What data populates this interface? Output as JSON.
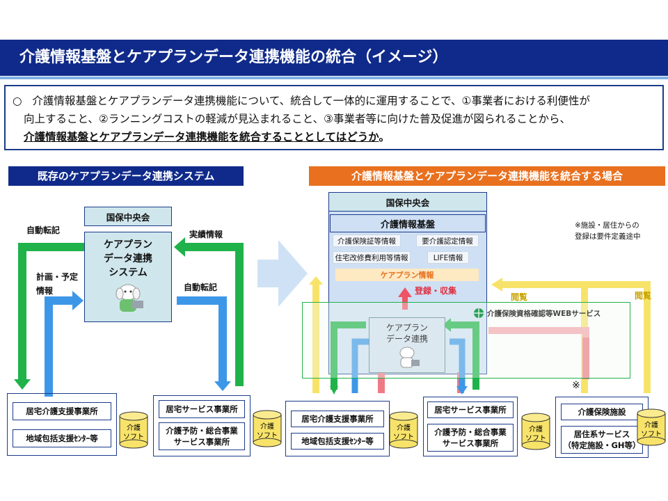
{
  "title": "介護情報基盤とケアプランデータ連携機能の統合（イメージ）",
  "intro": {
    "bullet": "○",
    "line1": "介護情報基盤とケアプランデータ連携機能について、統合して一体的に運用することで、①事業者における利便性が",
    "line2": "向上すること、②ランニングコストの軽減が見込まれること、③事業者等に向けた普及促進が図られることから、",
    "line3": "介護情報基盤とケアプランデータ連携機能を統合することとしてはどうか",
    "line3_end": "。"
  },
  "left": {
    "heading": "既存のケアプランデータ連携システム",
    "kokuho": "国保中央会",
    "system_lines": [
      "ケアプラン",
      "データ連携",
      "システム"
    ],
    "label_auto1": "自動転記",
    "label_plan": [
      "計画・予定",
      "情報"
    ],
    "label_result": "実績情報",
    "label_auto2": "自動転記",
    "box_kyotaku": "居宅介護支援事業所",
    "box_houkatsu": "地域包括支援ｾﾝﾀｰ等",
    "box_service": "居宅サービス事業所",
    "box_yobo": [
      "介護予防・総合事業",
      "サービス事業所"
    ],
    "soft": [
      "介護",
      "ソフト"
    ]
  },
  "right": {
    "heading": "介護情報基盤とケアプランデータ連携機能を統合する場合",
    "kokuho": "国保中央会",
    "kiban": "介護情報基盤",
    "items": [
      "介護保険証等情報",
      "要介護認定情報",
      "住宅改修費利用等情報",
      "LIFE情報",
      "ケアプラン情報"
    ],
    "register": "登録・収集",
    "web_service": "介護保険資格確認等WEBサービス",
    "careplan_lines": [
      "ケアプラン",
      "データ連携"
    ],
    "note": [
      "※施設・居住からの",
      "登録は要件定義途中"
    ],
    "browse1": "閲覧",
    "browse2": "閲覧",
    "mark": "※",
    "box_kyotaku": "居宅介護支援事業所",
    "box_houkatsu": "地域包括支援ｾﾝﾀｰ等",
    "box_service": "居宅サービス事業所",
    "box_yobo": [
      "介護予防・総合事業",
      "サービス事業所"
    ],
    "box_shisetsu": "介護保険施設",
    "box_kyoju": [
      "居住系サービス",
      "（特定施設・GH等）"
    ],
    "soft": [
      "介護",
      "ソフト"
    ]
  },
  "colors": {
    "navy": "#0f2a8a",
    "orange": "#e8701e",
    "green": "#20b24a",
    "blue": "#3d97e8",
    "yellow": "#f8e36a",
    "pink": "#ee7a86",
    "teal_box": "#cfe6ec",
    "lightblue": "#cfe0f5"
  }
}
